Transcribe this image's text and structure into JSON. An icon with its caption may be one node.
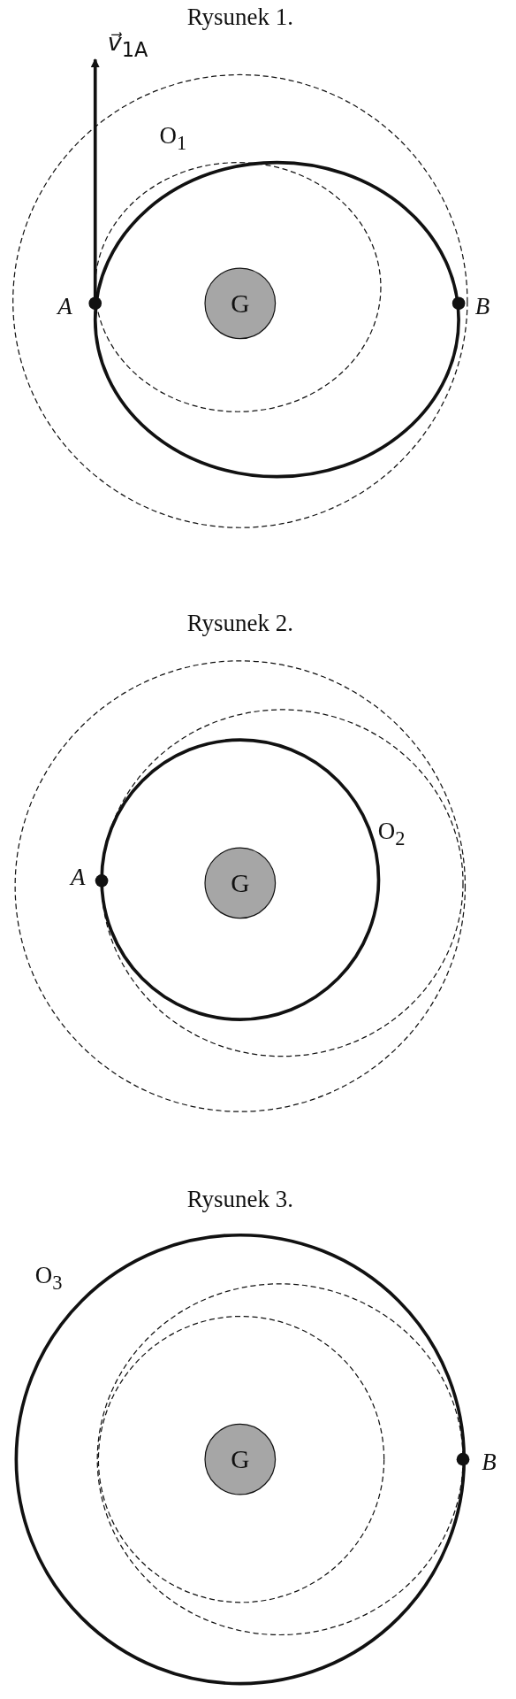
{
  "diagram": {
    "nodes": [
      {
        "text": [
          "G"
        ]
      },
      {
        "text": [
          "G"
        ]
      },
      {
        "text": [
          "G"
        ]
      }
    ],
    "labels": [
      "Rysunek 1.",
      "*v⃗*$_{1A}$",
      "O$_{1}$",
      "A",
      "B",
      "Rysunek 2.",
      "O$_{2}$",
      "A",
      "Rysunek 3.",
      "O$_{3}$",
      "B"
    ]
  }
}
